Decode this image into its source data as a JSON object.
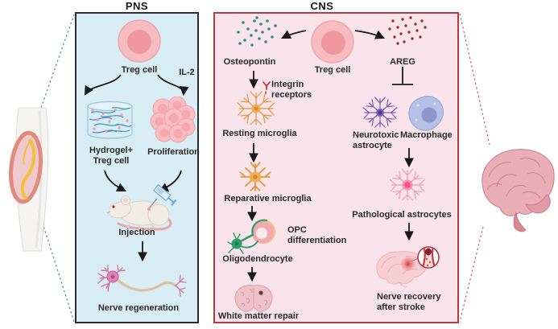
{
  "pns": {
    "title": "PNS",
    "treg_cell": "Treg cell",
    "il2": "IL-2",
    "hydrogel_line1": "Hydrogel+",
    "hydrogel_line2": "Treg cell",
    "proliferation": "Proliferation",
    "injection": "Injection",
    "nerve_regeneration": "Nerve regeneration"
  },
  "cns": {
    "title": "CNS",
    "treg_cell": "Treg cell",
    "osteopontin": "Osteopontin",
    "areg": "AREG",
    "integrin_line1": "Integrin",
    "integrin_line2": "receptors",
    "resting_microglia": "Resting microglia",
    "reparative_microglia": "Reparative microglia",
    "opc_line1": "OPC",
    "opc_line2": "differentiation",
    "oligodendrocyte": "Oligodendrocyte",
    "white_matter_repair": "White matter repair",
    "neurotoxic_line1": "Neurotoxic",
    "neurotoxic_line2": "astrocyte",
    "macrophage": "Macrophage",
    "pathological_astrocytes": "Pathological astrocytes",
    "nerve_recovery_line1": "Nerve recovery",
    "nerve_recovery_line2": "after stroke"
  },
  "colors": {
    "pns_bg": "#d9edf4",
    "pns_border": "#2b2d38",
    "cns_bg": "#f8e4ea",
    "cns_border": "#b43a40",
    "osteopontin_dot": "#2e8f81",
    "areg_dot": "#9c3238",
    "treg_outer": "#f6bcc0",
    "treg_inner": "#f0989f",
    "microglia": "#e2973f",
    "neurotoxic_astrocyte": "#7c5db8",
    "macrophage_body": "#b7c1e7",
    "macrophage_nucleus": "#8d96cc",
    "pathological_astrocyte": "#f29ab5",
    "oligodendrocyte": "#2f9e68",
    "neuron": "#df7fb2",
    "arrow": "#1a1a1a",
    "pns_dash": "#4b9098",
    "cns_dash": "#c4606a"
  }
}
